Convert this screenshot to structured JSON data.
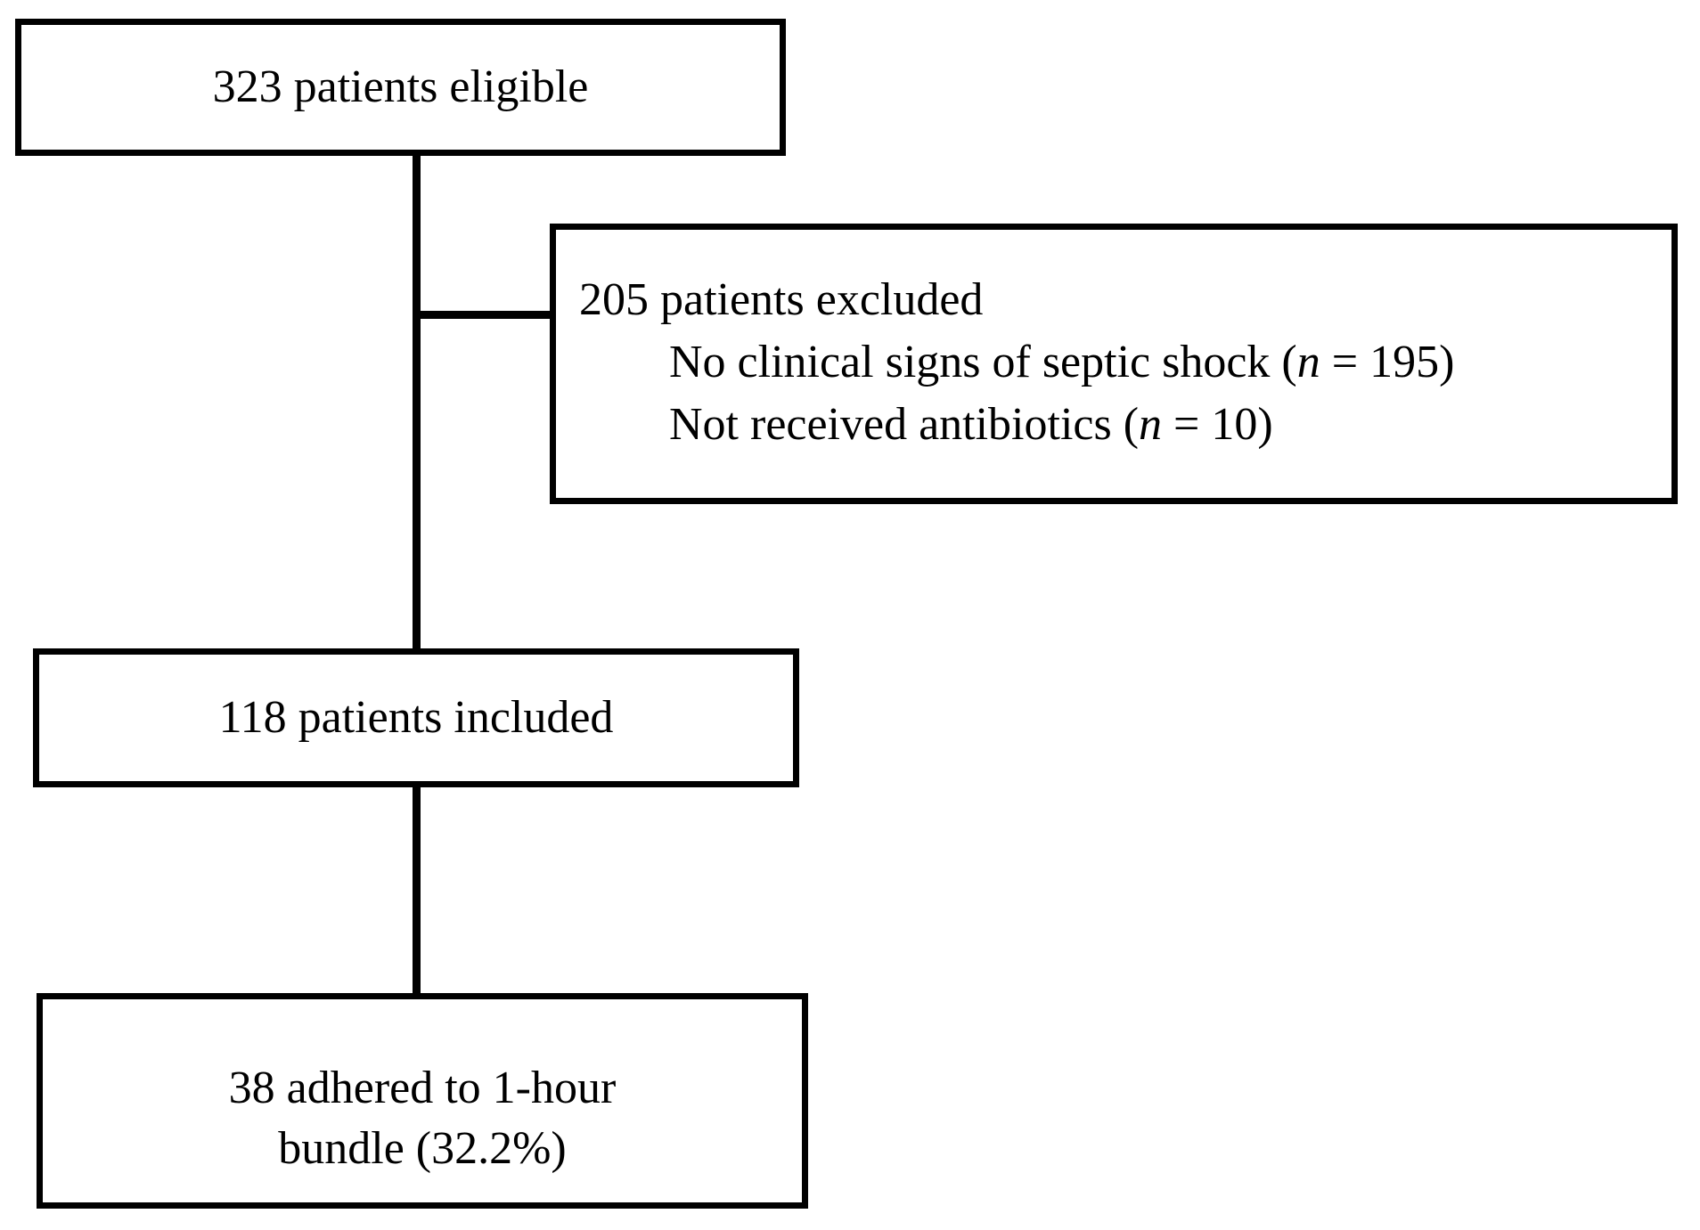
{
  "figure": {
    "type": "patient-flow-diagram",
    "colors": {
      "background": "#ffffff",
      "border": "#000000",
      "text": "#000000"
    },
    "boxes": {
      "eligible": {
        "label": "323 patients eligible"
      },
      "excluded": {
        "title": "205 patients excluded",
        "reasons": [
          {
            "before": "No clinical signs of septic shock (",
            "var": "n",
            "after": " = 195)"
          },
          {
            "before": "Not received antibiotics (",
            "var": "n",
            "after": " = 10)"
          }
        ]
      },
      "included": {
        "label": "118 patients included"
      },
      "adhered": {
        "line1": "38 adhered to 1-hour",
        "line2": "bundle (32.2%)"
      }
    }
  }
}
